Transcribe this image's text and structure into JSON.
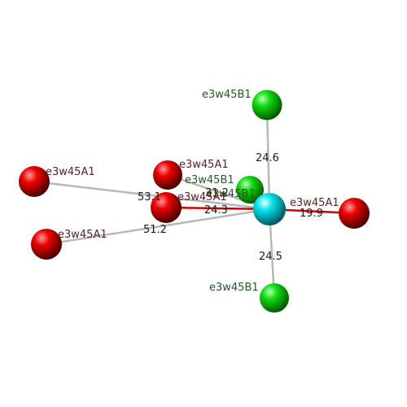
{
  "colors": {
    "background": "#ffffff",
    "center_atom": "#00e5ee",
    "oxygen_atom": "#ee0000",
    "chlorine_atom": "#11dd11",
    "bond_gray": "#b8b8b8",
    "bond_red": "#d40000",
    "label_red": "#5a1f1f",
    "label_green": "#1f5a1f",
    "distance_text": "#1a1a1a"
  },
  "atoms": [
    {
      "id": "center",
      "element": "center",
      "label": ""
    },
    {
      "id": "cl-top",
      "element": "chlorine",
      "label": "e3w45B1"
    },
    {
      "id": "cl-mid",
      "element": "chlorine",
      "label": "e3w45B1"
    },
    {
      "id": "cl-back",
      "element": "chlorine",
      "label": "e3w45B1"
    },
    {
      "id": "cl-bottom",
      "element": "chlorine",
      "label": "e3w45B1"
    },
    {
      "id": "o-far-left",
      "element": "oxygen",
      "label": "e3w45A1"
    },
    {
      "id": "o-upper-mid",
      "element": "oxygen",
      "label": "e3w45A1"
    },
    {
      "id": "o-center-left",
      "element": "oxygen",
      "label": "e3w45A1"
    },
    {
      "id": "o-lower-left",
      "element": "oxygen",
      "label": "e3w45A1"
    },
    {
      "id": "o-right",
      "element": "oxygen",
      "label": "e3w45A1"
    }
  ],
  "bonds": [
    {
      "from": "center",
      "to": "cl-top",
      "distance": "24.6",
      "style": "gray"
    },
    {
      "from": "center",
      "to": "cl-bottom",
      "distance": "24.5",
      "style": "gray"
    },
    {
      "from": "center",
      "to": "o-right",
      "distance": "19.9",
      "style": "red"
    },
    {
      "from": "center",
      "to": "o-center-left",
      "distance": "24.3",
      "style": "red"
    },
    {
      "from": "center",
      "to": "o-far-left",
      "distance": "53.1",
      "style": "gray"
    },
    {
      "from": "center",
      "to": "o-lower-left",
      "distance": "51.2",
      "style": "gray"
    },
    {
      "from": "center",
      "to": "o-upper-mid",
      "distance": "31.2",
      "style": "gray"
    },
    {
      "from": "center",
      "to": "cl-mid",
      "distance": "",
      "style": "gray"
    }
  ]
}
